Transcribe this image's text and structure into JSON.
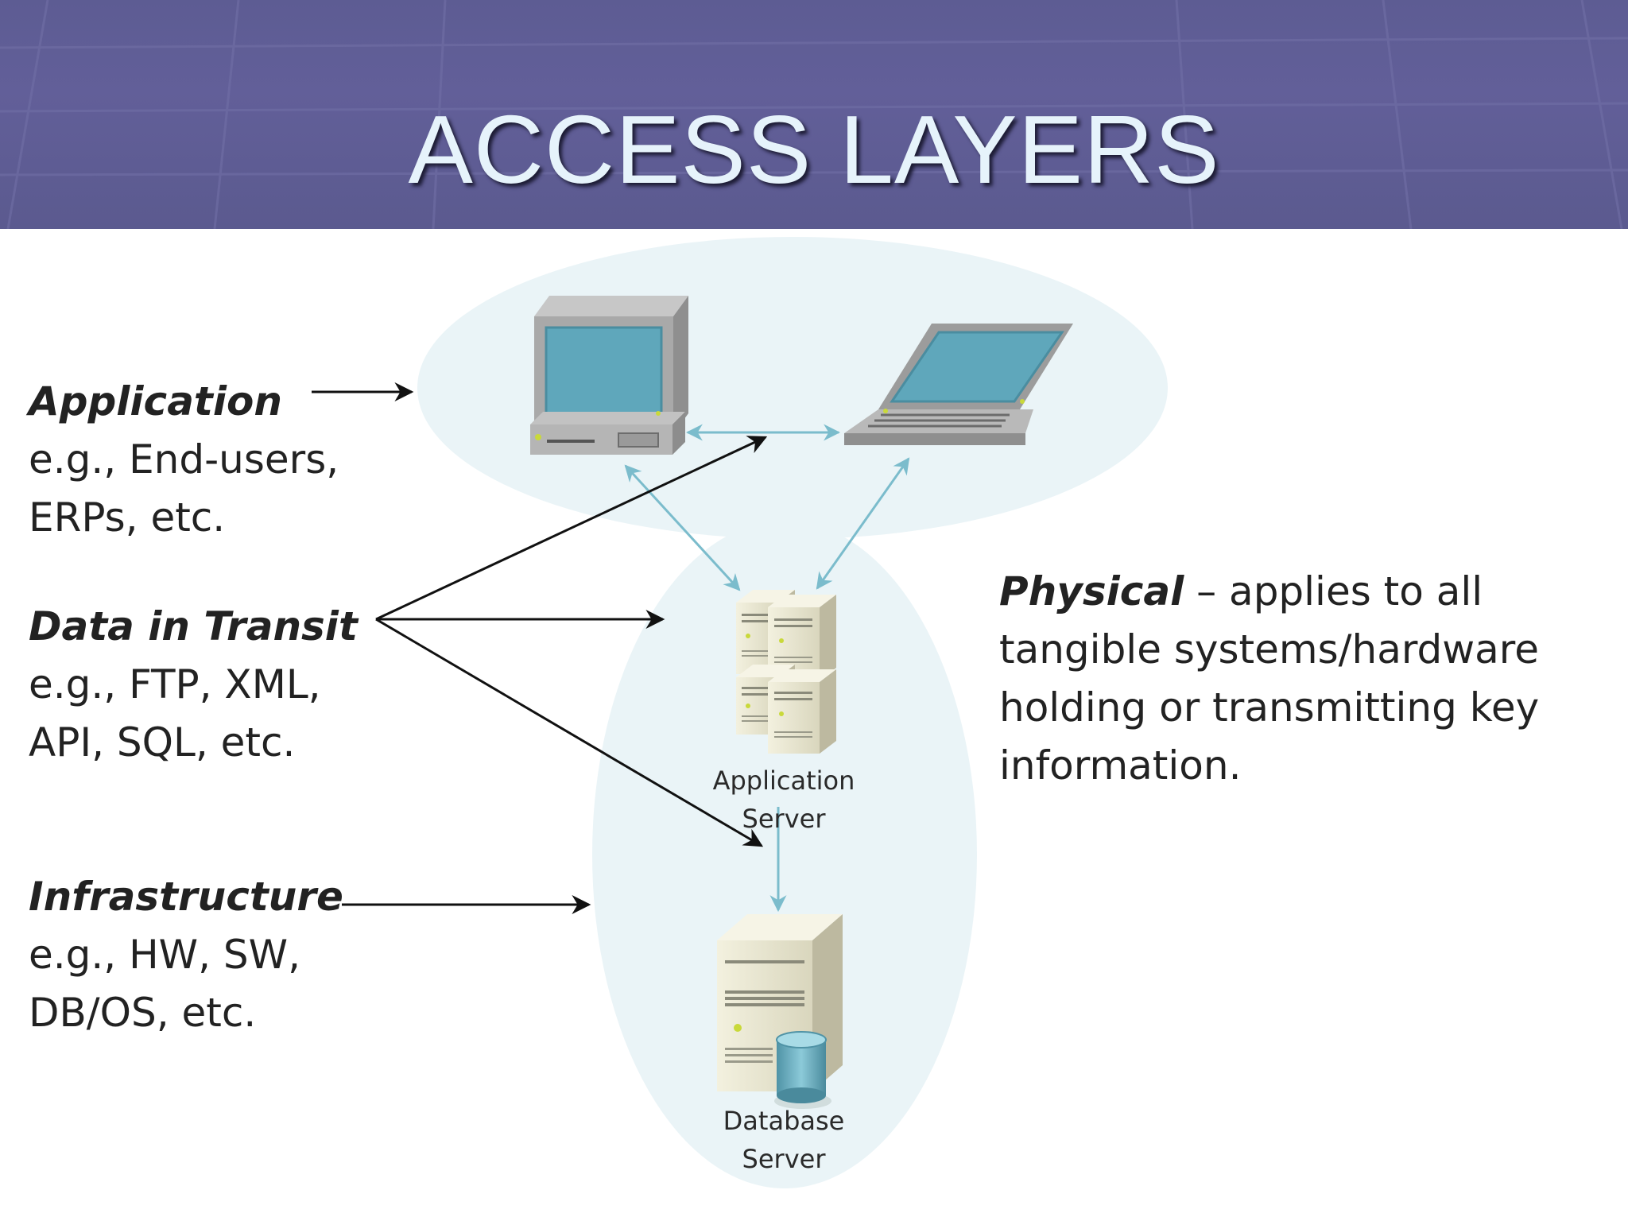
{
  "slide": {
    "title": "ACCESS LAYERS"
  },
  "layers": {
    "application": {
      "title": "Application",
      "line1": "e.g., End-users,",
      "line2": "ERPs, etc."
    },
    "transit": {
      "title": "Data in Transit",
      "line1": "e.g., FTP, XML,",
      "line2": "API, SQL, etc."
    },
    "infrastructure": {
      "title": "Infrastructure",
      "line1": "e.g., HW, SW,",
      "line2": "DB/OS, etc."
    },
    "physical": {
      "title": "Physical",
      "dash_text": " – applies to all",
      "line2": "tangible systems/hardware",
      "line3": "holding or transmitting key",
      "line4": "information."
    }
  },
  "servers": {
    "application": {
      "line1": "Application",
      "line2": "Server"
    },
    "database": {
      "line1": "Database",
      "line2": "Server"
    }
  },
  "icons": [
    "desktop-computer-icon",
    "laptop-icon",
    "application-server-icon",
    "database-server-icon"
  ],
  "colors": {
    "header_bg": "#5d5c93",
    "title_text": "#e6f3fb",
    "zone_fill": "#eaf4f7",
    "connector": "#7bbccc",
    "arrow": "#111111",
    "screen": "#5fa7bb"
  }
}
